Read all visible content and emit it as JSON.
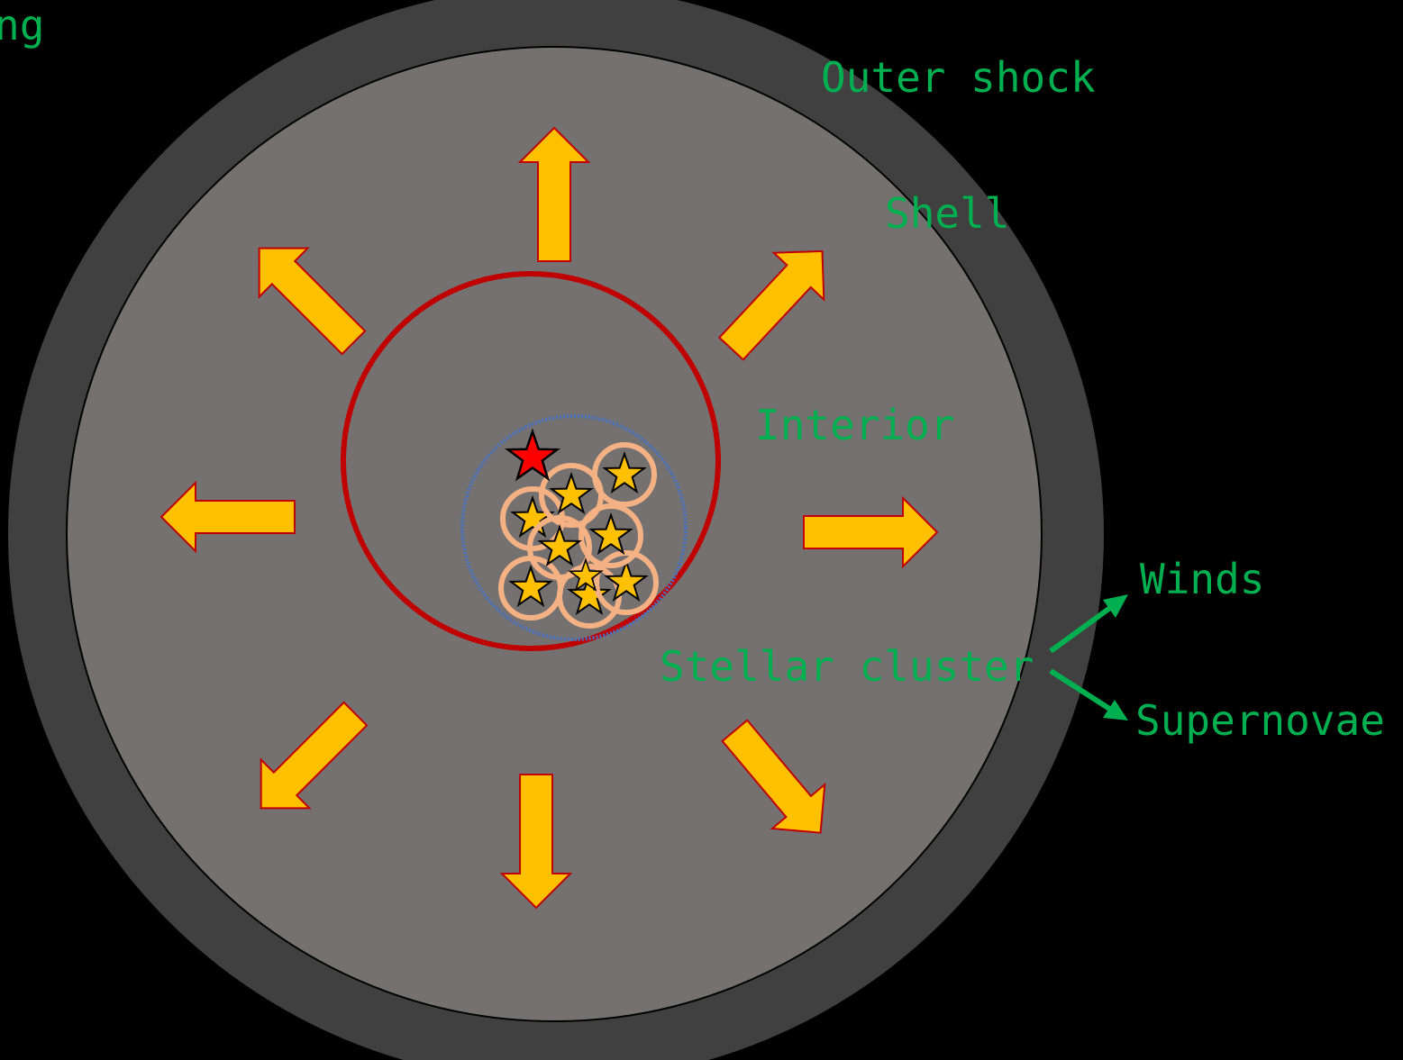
{
  "labels": {
    "top_left_fragment": "ng",
    "outer_shock": "Outer shock",
    "shell": "Shell",
    "interior": "Interior",
    "stellar_cluster": "Stellar cluster",
    "winds": "Winds",
    "supernovae": "Supernovae"
  },
  "colors": {
    "background": "#000000",
    "shell": "#404040",
    "interior": "#757170",
    "label_text": "#00b050",
    "arrow_fill": "#ffc000",
    "arrow_stroke": "#c00000",
    "inner_ring": "#c00000",
    "cluster_ring": "#4472c4",
    "star_halo": "#f4b183",
    "star_fill": "#ffc000",
    "highlighted_star": "#ff0000"
  },
  "diagram": {
    "outward_arrow_count": 8,
    "cluster_star_count": 9,
    "highlighted_star_count": 1
  }
}
